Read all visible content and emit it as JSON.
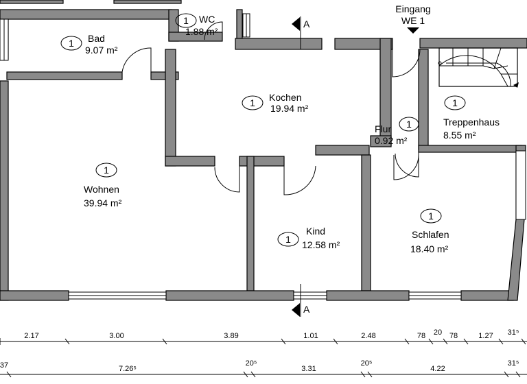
{
  "rooms": [
    {
      "id": "bad",
      "number": "1",
      "name": "Bad",
      "area": "9.07 m²"
    },
    {
      "id": "wc",
      "number": "1",
      "name": "WC",
      "area": "1.88 m²"
    },
    {
      "id": "kochen",
      "number": "1",
      "name": "Kochen",
      "area": "19.94 m²"
    },
    {
      "id": "wohnen",
      "number": "1",
      "name": "Wohnen",
      "area": "39.94 m²"
    },
    {
      "id": "kind",
      "number": "1",
      "name": "Kind",
      "area": "12.58 m²"
    },
    {
      "id": "schlafen",
      "number": "1",
      "name": "Schlafen",
      "area": "18.40 m²"
    },
    {
      "id": "flur",
      "number": "1",
      "name": "Flur",
      "area": "0.92 m²"
    },
    {
      "id": "treppenhaus",
      "number": "1",
      "name": "Treppenhaus",
      "area": "8.55 m²"
    }
  ],
  "entrance": {
    "line1": "Eingang",
    "line2": "WE 1"
  },
  "section_marks": {
    "top": "A",
    "bottom": "A"
  },
  "dimensions": {
    "row1": [
      "2.17",
      "3.00",
      "3.89",
      "1.01",
      "2.48",
      "78",
      "20",
      "78",
      "1.27",
      "31⁵"
    ],
    "row2": [
      "37",
      "7.26⁵",
      "20⁵",
      "3.31",
      "20⁵",
      "4.22",
      "31⁵"
    ]
  },
  "colors": {
    "wall": "#8a8a8a",
    "line": "#000000",
    "background": "#ffffff"
  }
}
